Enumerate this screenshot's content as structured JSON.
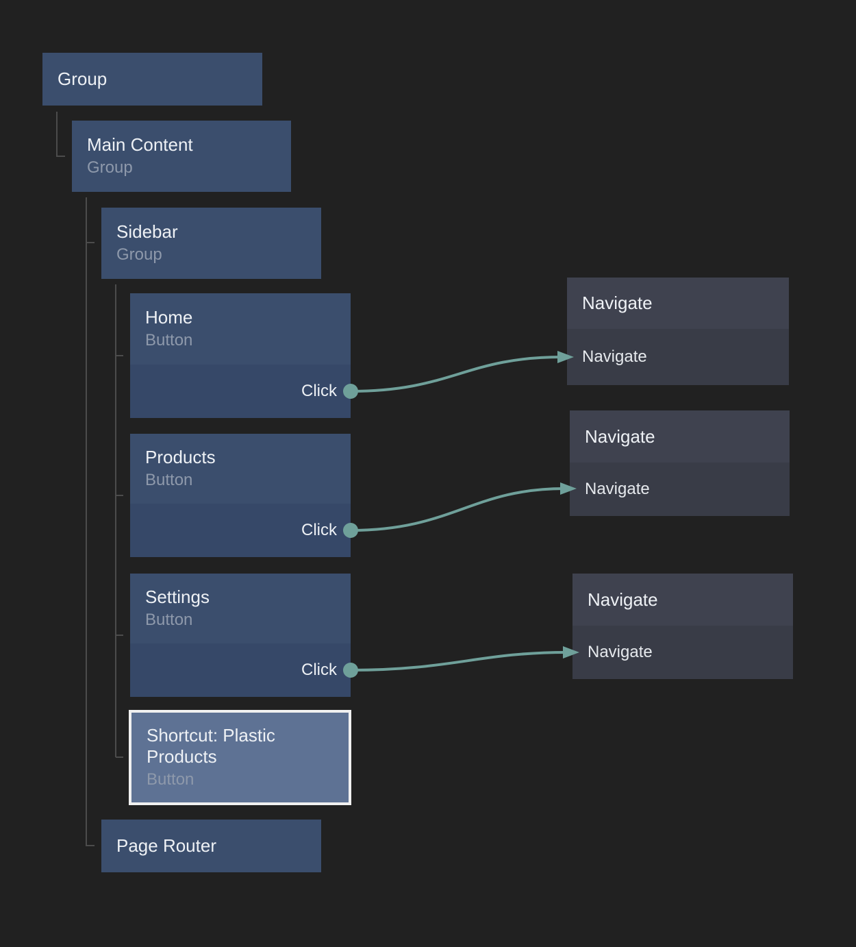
{
  "colors": {
    "background": "#212121",
    "node_fill": "#3B4E6D",
    "node_action_fill": "#364868",
    "node_selected_fill": "#5E7294",
    "node_selected_border": "#F0F0F0",
    "target_header_fill": "#3F424F",
    "target_body_fill": "#393C47",
    "edge": "#6FA09A",
    "tree_line": "#4C4C4C",
    "title_text": "#EEF1F5",
    "subtitle_text": "#8E99AB",
    "port_text": "#E6E9ED"
  },
  "nodes": {
    "group": {
      "title": "Group"
    },
    "main_content": {
      "title": "Main Content",
      "type_label": "Group"
    },
    "sidebar": {
      "title": "Sidebar",
      "type_label": "Group"
    },
    "home": {
      "title": "Home",
      "type_label": "Button",
      "event": "Click"
    },
    "products": {
      "title": "Products",
      "type_label": "Button",
      "event": "Click"
    },
    "settings": {
      "title": "Settings",
      "type_label": "Button",
      "event": "Click"
    },
    "shortcut": {
      "title": "Shortcut: Plastic Products",
      "type_label": "Button",
      "selected": true
    },
    "page_router": {
      "title": "Page Router"
    }
  },
  "actions": {
    "navigate_1": {
      "header": "Navigate",
      "port": "Navigate"
    },
    "navigate_2": {
      "header": "Navigate",
      "port": "Navigate"
    },
    "navigate_3": {
      "header": "Navigate",
      "port": "Navigate"
    }
  },
  "edges": [
    {
      "from": "home.Click",
      "to": "navigate_1"
    },
    {
      "from": "products.Click",
      "to": "navigate_2"
    },
    {
      "from": "settings.Click",
      "to": "navigate_3"
    }
  ]
}
